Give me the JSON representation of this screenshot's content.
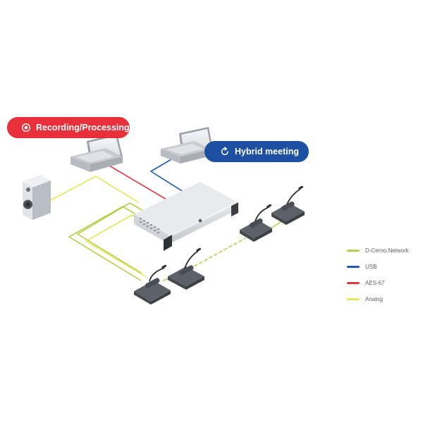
{
  "labels": {
    "recording": {
      "text": "Recording/Processing",
      "icon": "record-icon",
      "color": "#e8303a"
    },
    "hybrid": {
      "text": "Hybrid meeting",
      "icon": "refresh-icon",
      "color": "#1d4fa3"
    }
  },
  "legend": [
    {
      "label": "D-Cerno Network",
      "color": "#b3d24a"
    },
    {
      "label": "USB",
      "color": "#1f5bb0"
    },
    {
      "label": "AES-67",
      "color": "#e03a3e"
    },
    {
      "label": "Analog",
      "color": "#e6e65a"
    }
  ]
}
